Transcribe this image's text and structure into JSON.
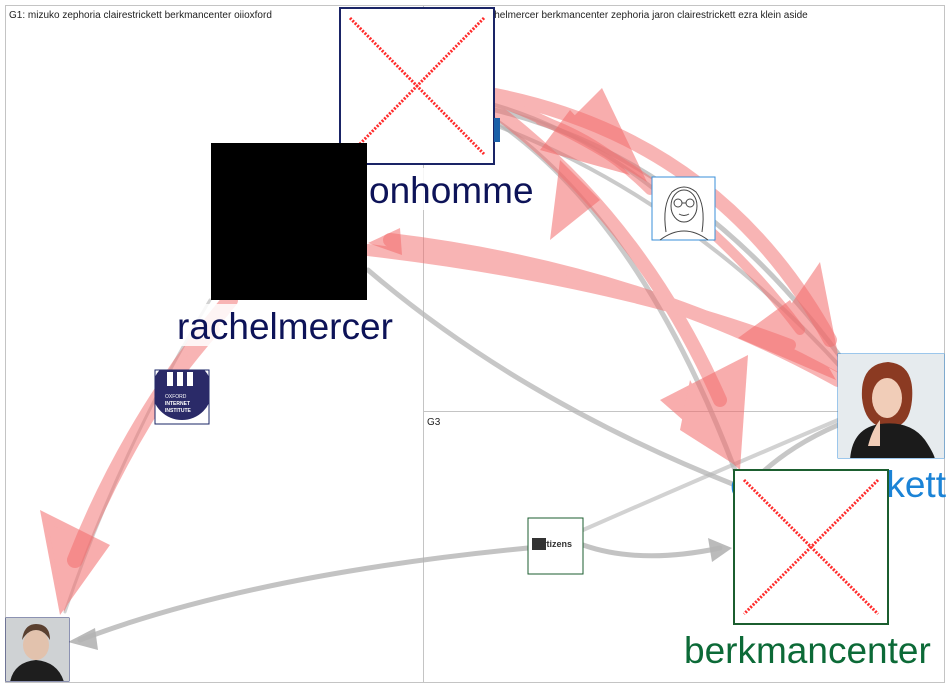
{
  "groups": [
    {
      "id": "g1",
      "label": "G1: mizuko zephoria clairestrickett berkmancenter oiioxford"
    },
    {
      "id": "g2",
      "label": "G2: mizuko rachelmercer berkmancenter zephoria jaron clairestrickett ezra klein aside"
    },
    {
      "id": "g3",
      "label": "G3"
    }
  ],
  "colors": {
    "edge_red": "#f36b6b",
    "edge_gray": "#b4b4b4",
    "label_navy": "#0d1358",
    "label_blue": "#1b83d6",
    "label_green": "#0c6a37",
    "group_border": "#c4c4c4",
    "node_border_navy": "#1a2466",
    "node_border_green": "#1b5e2f",
    "node_border_blue": "#3a8fd8",
    "placeholder_x": "#ff2a2a"
  },
  "nodes": [
    {
      "id": "broken-top",
      "kind": "broken-image",
      "label": ""
    },
    {
      "id": "rachelmercer",
      "kind": "black-square",
      "label": "rachelmercer"
    },
    {
      "id": "bonhomme",
      "kind": "hidden-label-node",
      "label": "onhomme"
    },
    {
      "id": "oii",
      "kind": "logo",
      "label": "",
      "logo_lines": [
        "OXFORD",
        "INTERNET",
        "INSTITUTE"
      ]
    },
    {
      "id": "sketch-face",
      "kind": "avatar-sketch",
      "label": ""
    },
    {
      "id": "clairestrickett",
      "kind": "avatar-photo",
      "label": "clairestrickett"
    },
    {
      "id": "certizens",
      "kind": "logo",
      "label": "",
      "logo_text": "certizens"
    },
    {
      "id": "berkmancenter",
      "kind": "broken-image",
      "label": "berkmancenter"
    },
    {
      "id": "bottom-left",
      "kind": "avatar-photo",
      "label": ""
    }
  ],
  "edges": [
    {
      "from": "rachelmercer",
      "to": "bottom-left",
      "color": "red"
    },
    {
      "from": "oii",
      "to": "bottom-left",
      "color": "red"
    },
    {
      "from": "broken-top",
      "to": "clairestrickett",
      "color": "red"
    },
    {
      "from": "broken-top",
      "to": "berkmancenter",
      "color": "red"
    },
    {
      "from": "clairestrickett",
      "to": "rachelmercer",
      "color": "red"
    },
    {
      "from": "rachelmercer",
      "to": "clairestrickett",
      "color": "red"
    },
    {
      "from": "sketch-face",
      "to": "broken-top",
      "color": "red"
    },
    {
      "from": "berkmancenter",
      "to": "sketch-face",
      "color": "red"
    },
    {
      "from": "broken-top",
      "to": "clairestrickett",
      "color": "gray"
    },
    {
      "from": "broken-top",
      "to": "berkmancenter",
      "color": "gray"
    },
    {
      "from": "rachelmercer",
      "to": "berkmancenter",
      "color": "gray"
    },
    {
      "from": "certizens",
      "to": "berkmancenter",
      "color": "gray"
    },
    {
      "from": "certizens",
      "to": "bottom-left",
      "color": "gray"
    },
    {
      "from": "clairestrickett",
      "to": "berkmancenter",
      "color": "gray"
    },
    {
      "from": "broken-top",
      "to": "sketch-face",
      "color": "gray"
    }
  ]
}
